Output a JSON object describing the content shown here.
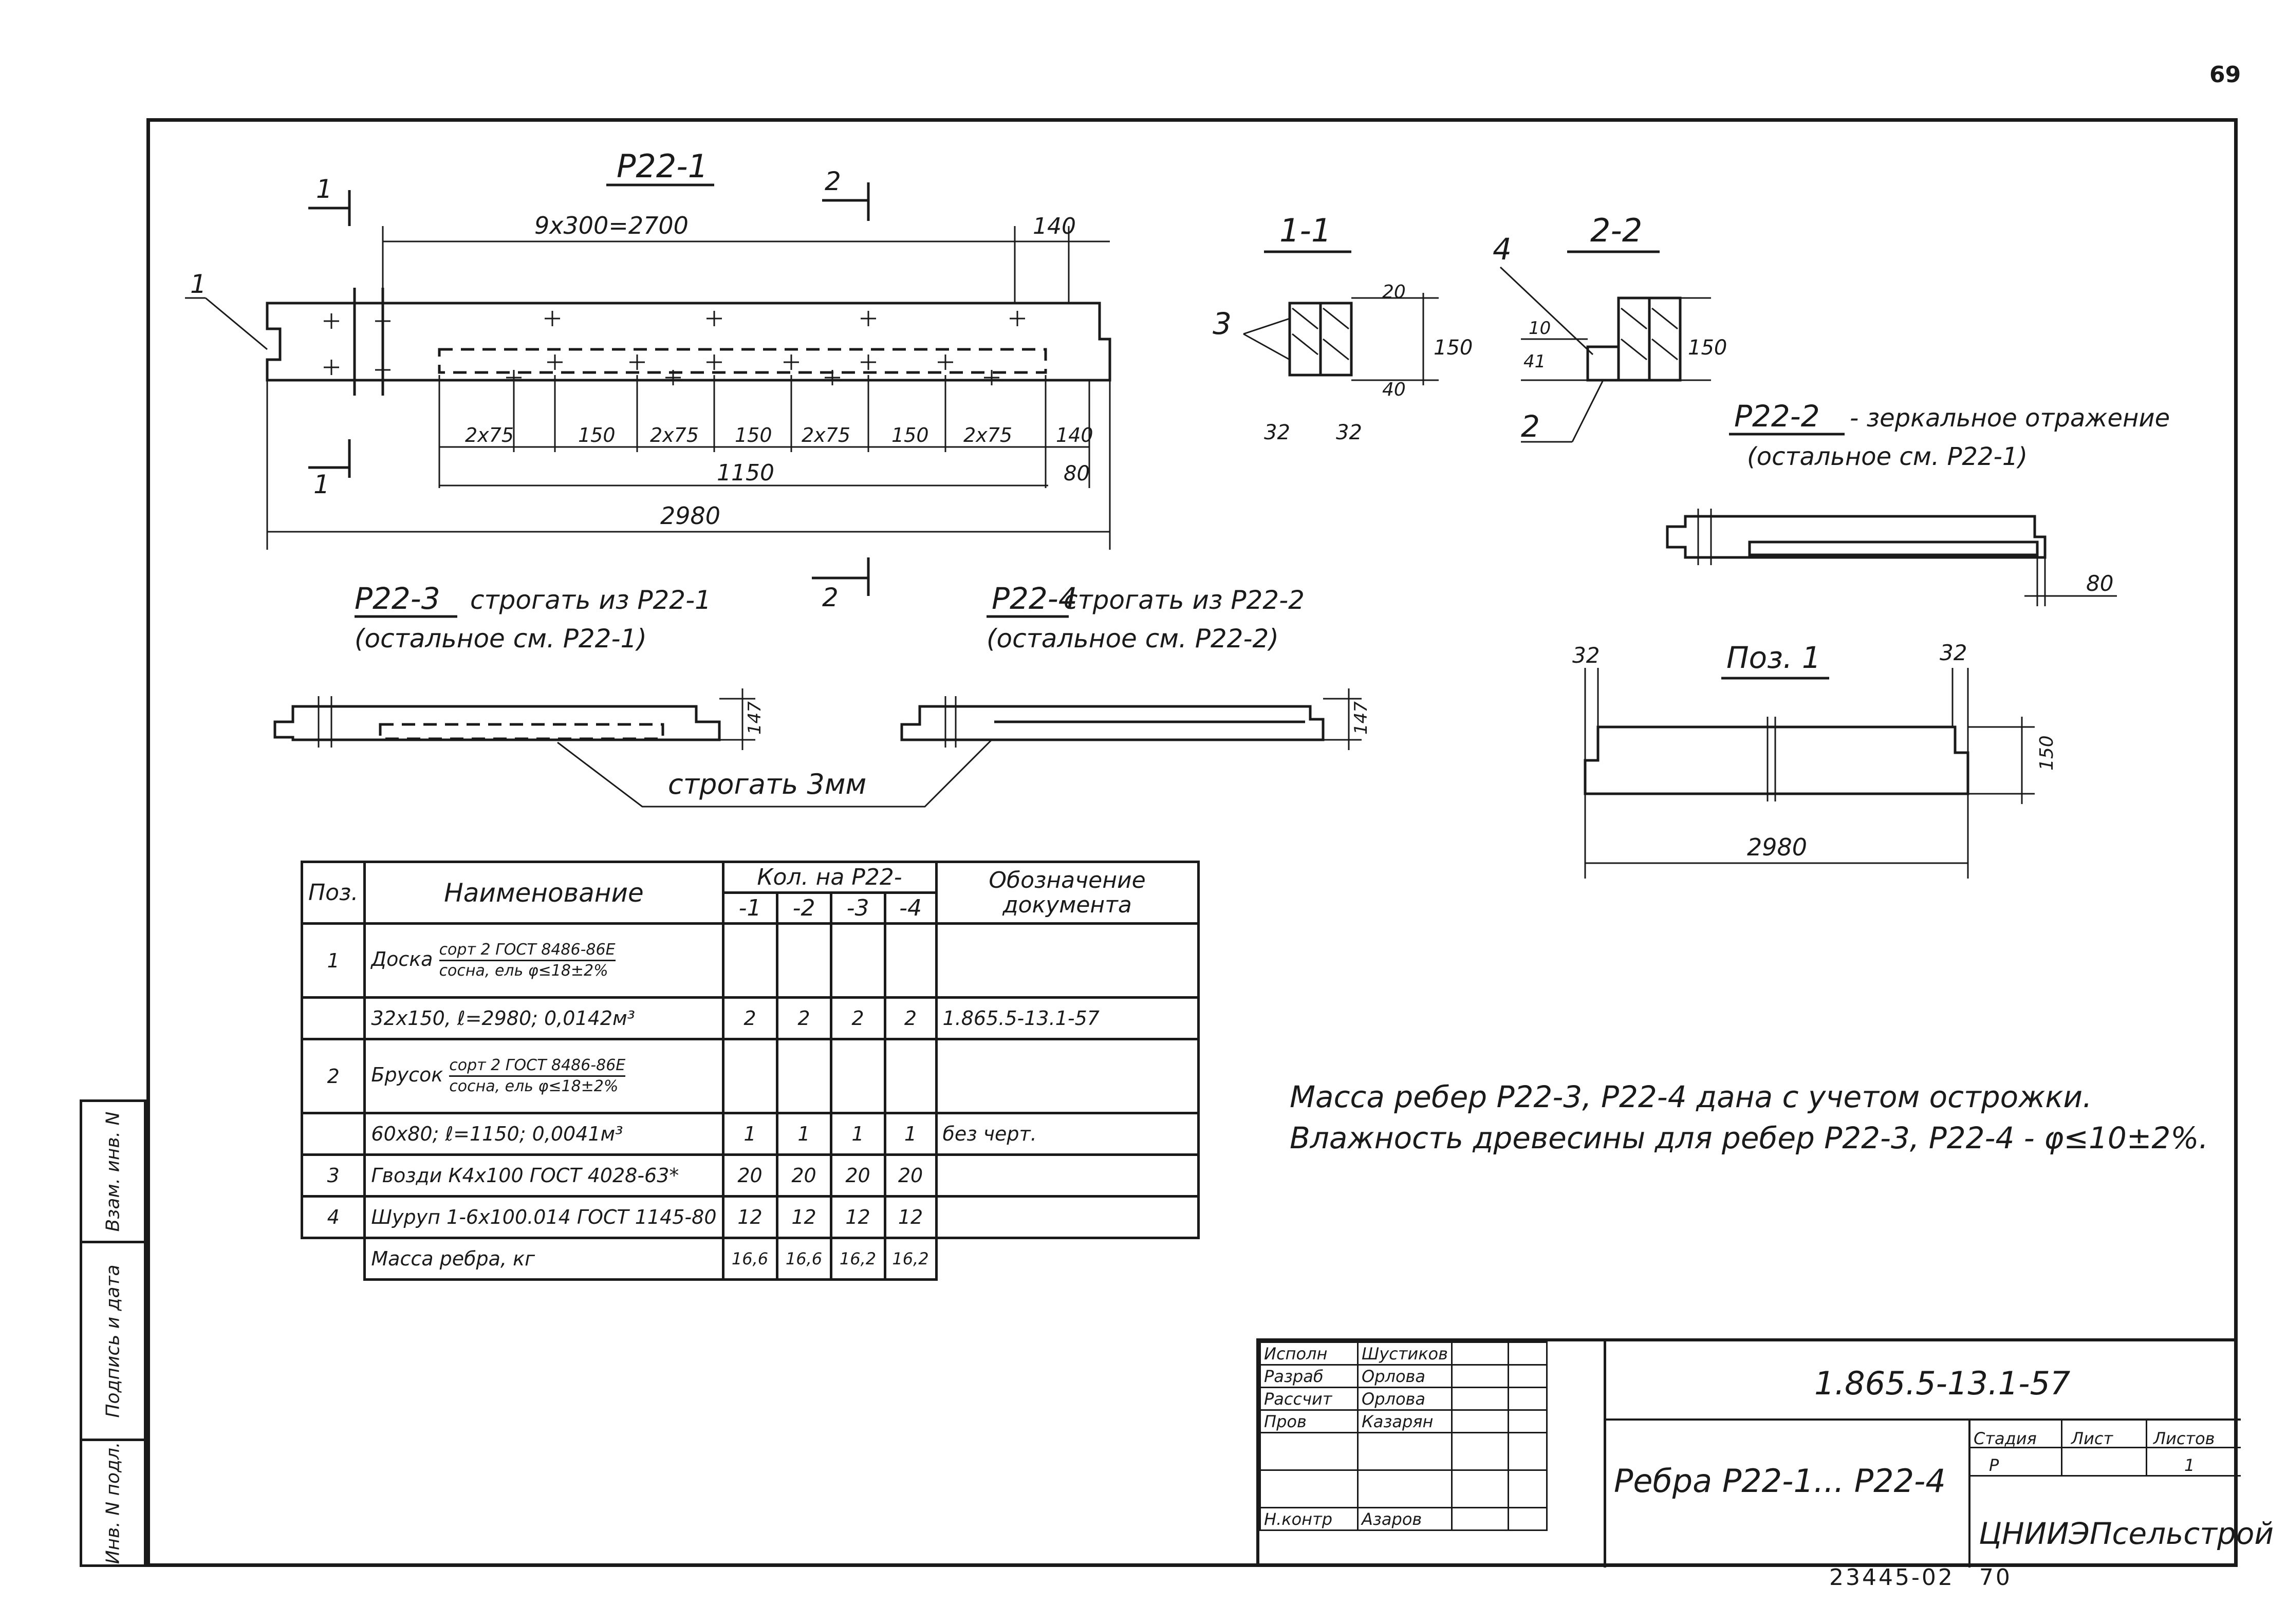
{
  "page_number": "69",
  "archive_number": "23445-02",
  "archive_sheet": "70",
  "views": {
    "main_title": "P22-1",
    "section_1_mark": "1",
    "section_2_mark": "2",
    "pos_callout_1": "1",
    "dim_top_spacing": "9x300=2700",
    "dim_top_end": "140",
    "dim_bottom_segments": [
      "2x75",
      "150",
      "2x75",
      "150",
      "2x75",
      "150",
      "2x75",
      "140"
    ],
    "dim_bar_length": "1150",
    "dim_bar_offset": "80",
    "dim_total_length": "2980",
    "section_11_title": "1-1",
    "section_11_callout": "3",
    "section_11_dims": [
      "20",
      "150",
      "40",
      "32",
      "32"
    ],
    "section_22_title": "2-2",
    "section_22_callouts": [
      "4",
      "2"
    ],
    "section_22_dims": [
      "10",
      "41",
      "150"
    ],
    "p22_2_label": "P22-2",
    "p22_2_note": "- зеркальное отражение",
    "p22_2_note2": "(остальное см. P22-1)",
    "p22_2_dim": "80",
    "p22_3_label": "P22-3",
    "p22_3_note": "строгать из P22-1",
    "p22_3_note2": "(остальное см. P22-1)",
    "p22_4_label": "P22-4",
    "p22_4_note": "строгать из P22-2",
    "p22_4_note2": "(остальное см. P22-2)",
    "plane_note": "строгать 3мм",
    "dim_147": "147",
    "pos1_title": "Поз. 1",
    "pos1_dims": [
      "32",
      "32",
      "150",
      "2980"
    ]
  },
  "spec_table": {
    "head_pos": "Поз.",
    "head_name": "Наименование",
    "head_qty": "Кол. на P22-",
    "head_doc_1": "Обозначение",
    "head_doc_2": "документа",
    "qty_cols": [
      "-1",
      "-2",
      "-3",
      "-4"
    ],
    "rows": [
      {
        "pos": "1",
        "name_main": "Доска",
        "name_num": "сорт 2 ГОСТ 8486-86Е",
        "name_den": "сосна, ель φ≤18±2%",
        "q": [
          "",
          "",
          "",
          ""
        ],
        "doc": ""
      },
      {
        "pos": "",
        "name": "32x150, ℓ=2980; 0,0142м³",
        "q": [
          "2",
          "2",
          "2",
          "2"
        ],
        "doc": "1.865.5-13.1-57"
      },
      {
        "pos": "2",
        "name_main": "Брусок",
        "name_num": "сорт 2 ГОСТ 8486-86Е",
        "name_den": "сосна, ель φ≤18±2%",
        "q": [
          "",
          "",
          "",
          ""
        ],
        "doc": ""
      },
      {
        "pos": "",
        "name": "60x80; ℓ=1150; 0,0041м³",
        "q": [
          "1",
          "1",
          "1",
          "1"
        ],
        "doc": "без черт."
      },
      {
        "pos": "3",
        "name": "Гвозди К4x100 ГОСТ 4028-63*",
        "q": [
          "20",
          "20",
          "20",
          "20"
        ],
        "doc": ""
      },
      {
        "pos": "4",
        "name": "Шуруп 1-6x100.014 ГОСТ 1145-80",
        "q": [
          "12",
          "12",
          "12",
          "12"
        ],
        "doc": ""
      },
      {
        "pos": "",
        "name": "Масса ребра, кг",
        "q": [
          "16,6",
          "16,6",
          "16,2",
          "16,2"
        ],
        "doc": ""
      }
    ]
  },
  "notes": {
    "line1": "Масса ребер P22-3, P22-4 дана с учетом острожки.",
    "line2": "Влажность древесины для ребер P22-3, P22-4 - φ≤10±2%."
  },
  "side_stamp": {
    "inv_podl": "Инв. N подл.",
    "podpis_data": "Подпись и дата",
    "vzam_inv": "Взам. инв. N"
  },
  "title_block": {
    "roles": [
      "Исполн",
      "Разраб",
      "Рассчит",
      "Пров",
      "",
      "",
      "Н.контр"
    ],
    "names": [
      "Шустиков",
      "Орлова",
      "Орлова",
      "Казарян",
      "",
      "",
      "Азаров"
    ],
    "code": "1.865.5-13.1-57",
    "name": "Ребра P22-1... P22-4",
    "stage_label": "Стадия",
    "sheet_label": "Лист",
    "sheets_label": "Листов",
    "stage_value": "Р",
    "sheets_value": "1",
    "organization": "ЦНИИЭПсельстрой"
  }
}
